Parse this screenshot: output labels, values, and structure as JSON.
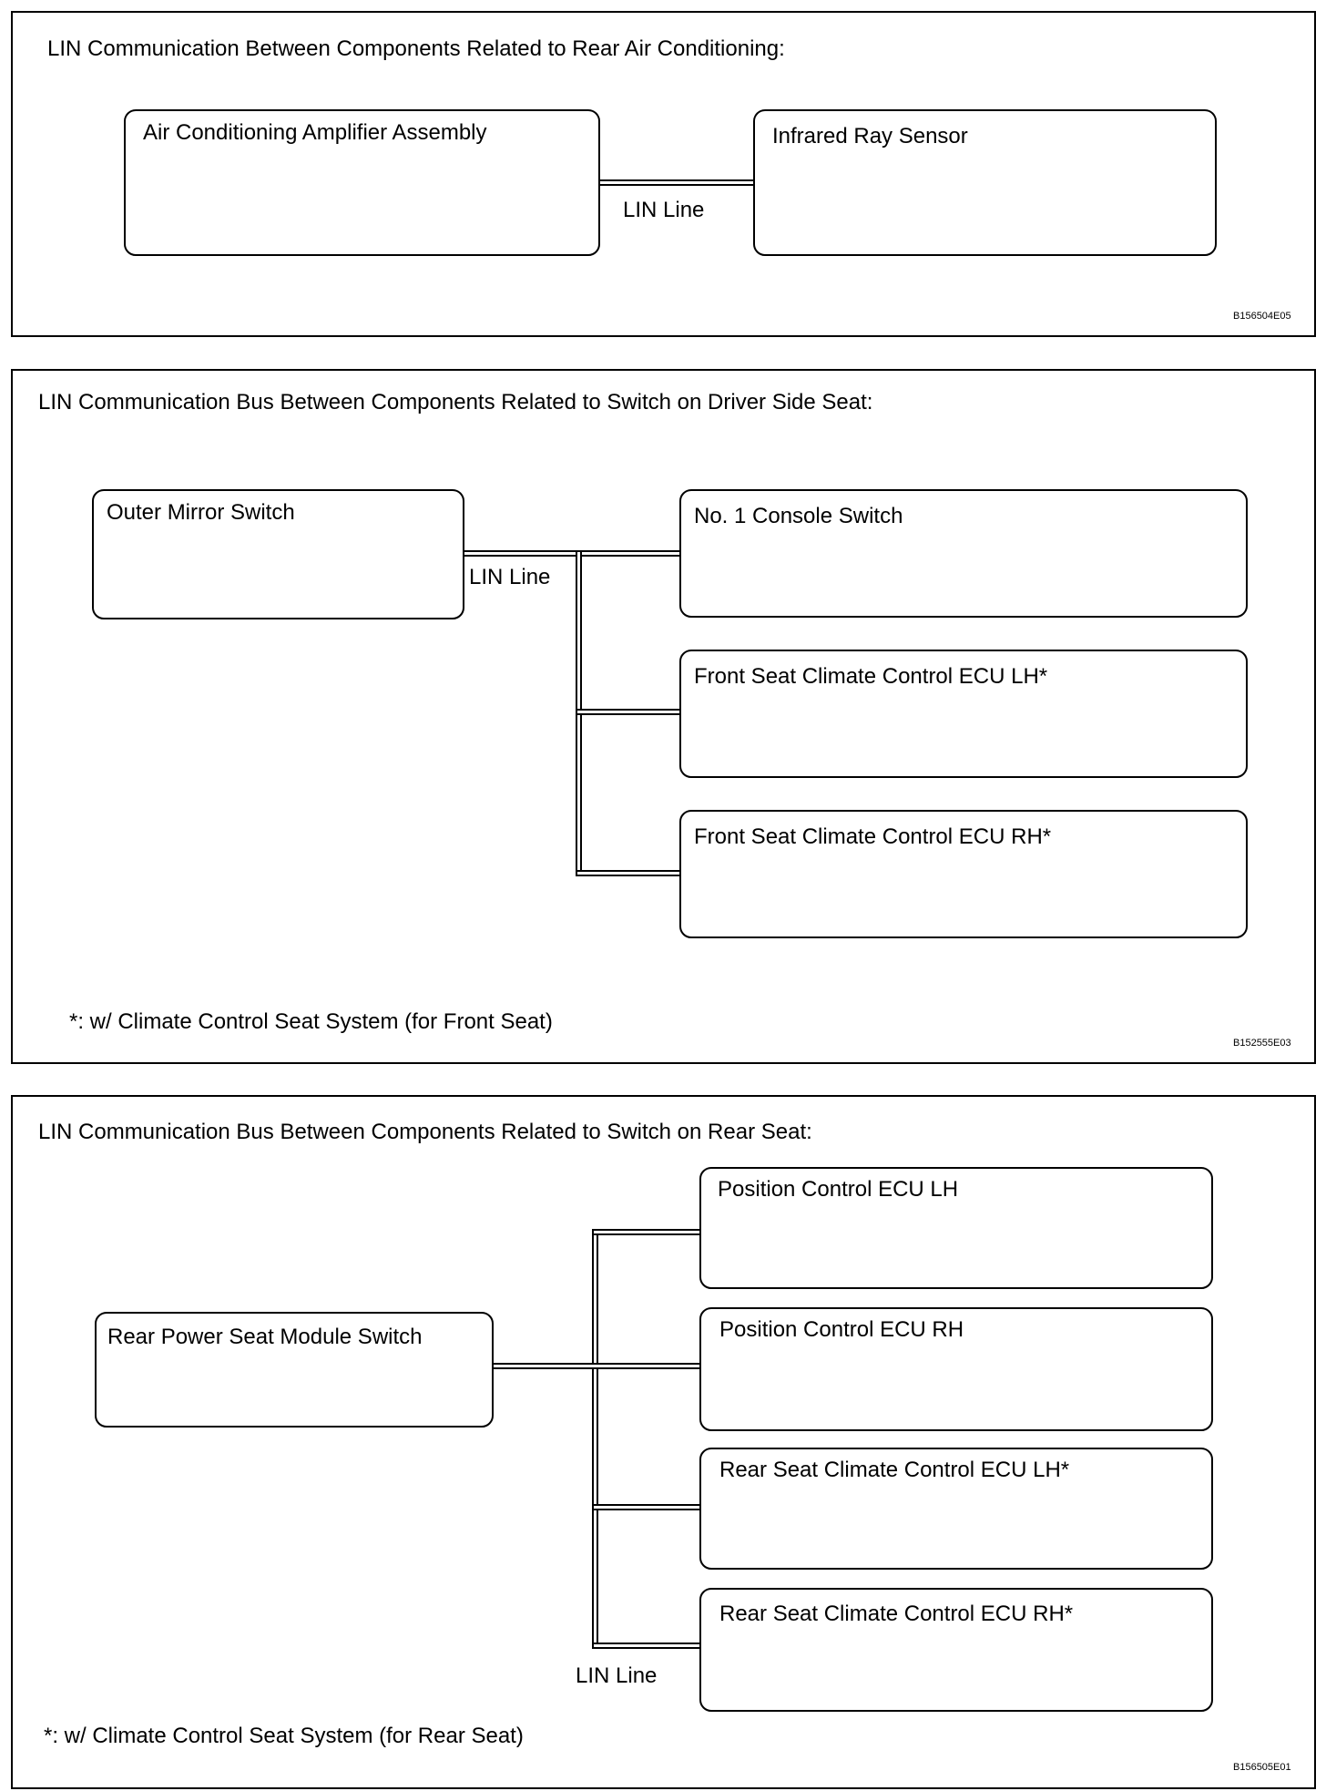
{
  "panel1": {
    "title": "LIN Communication Between Components Related to Rear Air Conditioning:",
    "box_amplifier": "Air Conditioning Amplifier Assembly",
    "box_sensor": "Infrared Ray Sensor",
    "lin_label": "LIN Line",
    "code": "B156504E05"
  },
  "panel2": {
    "title": "LIN Communication Bus Between Components Related to Switch on Driver Side Seat:",
    "box_mirror": "Outer Mirror Switch",
    "box_console": "No. 1 Console Switch",
    "box_front_lh": "Front Seat Climate Control ECU LH*",
    "box_front_rh": "Front Seat Climate Control ECU RH*",
    "lin_label": "LIN Line",
    "note": "*: w/ Climate Control Seat System (for Front Seat)",
    "code": "B152555E03"
  },
  "panel3": {
    "title": "LIN Communication Bus Between Components Related to Switch on Rear Seat:",
    "box_rear_module": "Rear Power Seat Module Switch",
    "box_pos_lh": "Position Control ECU LH",
    "box_pos_rh": "Position Control ECU RH",
    "box_rear_lh": "Rear Seat Climate Control ECU LH*",
    "box_rear_rh": "Rear Seat Climate Control ECU RH*",
    "lin_label": "LIN Line",
    "note": "*: w/ Climate Control Seat System (for Rear Seat)",
    "code": "B156505E01"
  }
}
